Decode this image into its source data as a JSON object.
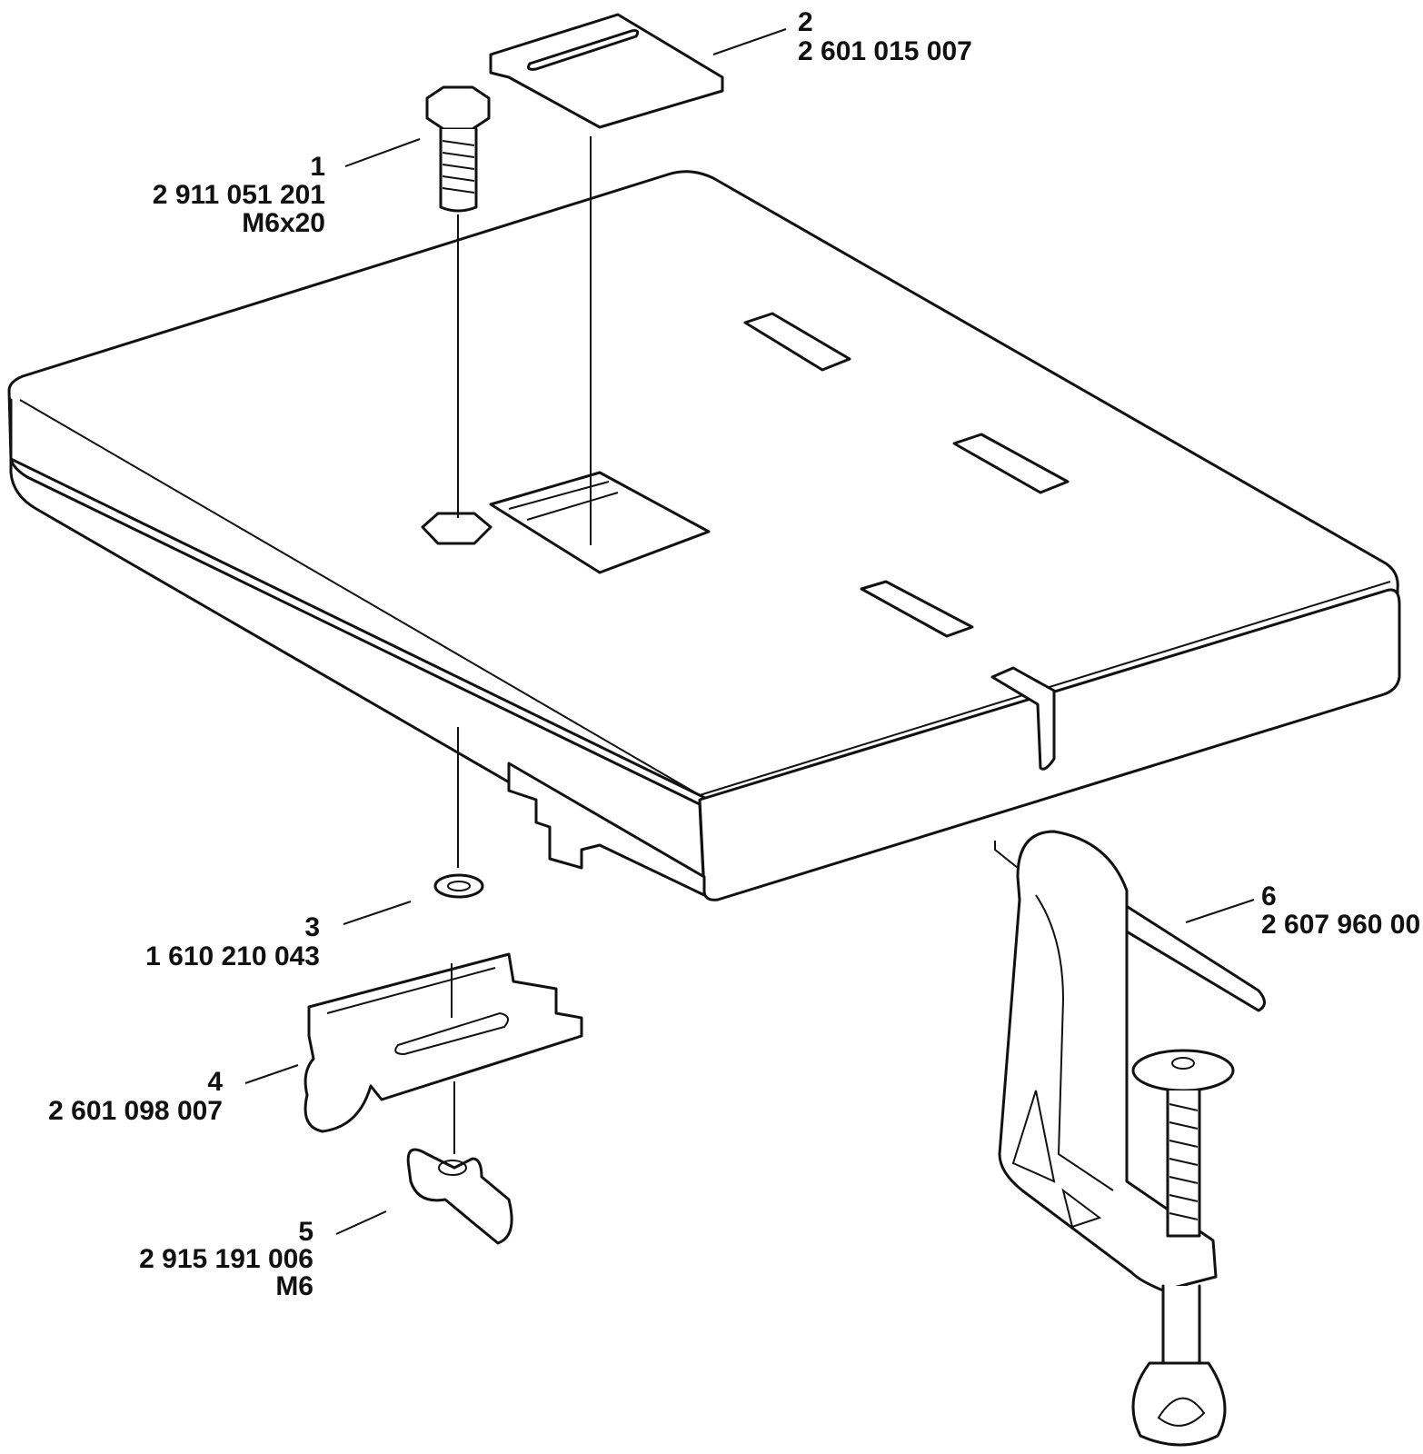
{
  "callouts": [
    {
      "number": "1",
      "part_number": "2 911 051 201",
      "spec": "M6x20"
    },
    {
      "number": "2",
      "part_number": "2 601 015 007",
      "spec": ""
    },
    {
      "number": "3",
      "part_number": "1 610 210 043",
      "spec": ""
    },
    {
      "number": "4",
      "part_number": "2 601 098 007",
      "spec": ""
    },
    {
      "number": "5",
      "part_number": "2 915 191 006",
      "spec": "M6"
    },
    {
      "number": "6",
      "part_number": "2 607 960 00",
      "spec": ""
    }
  ],
  "colors": {
    "line": "#111111",
    "background": "#ffffff"
  }
}
